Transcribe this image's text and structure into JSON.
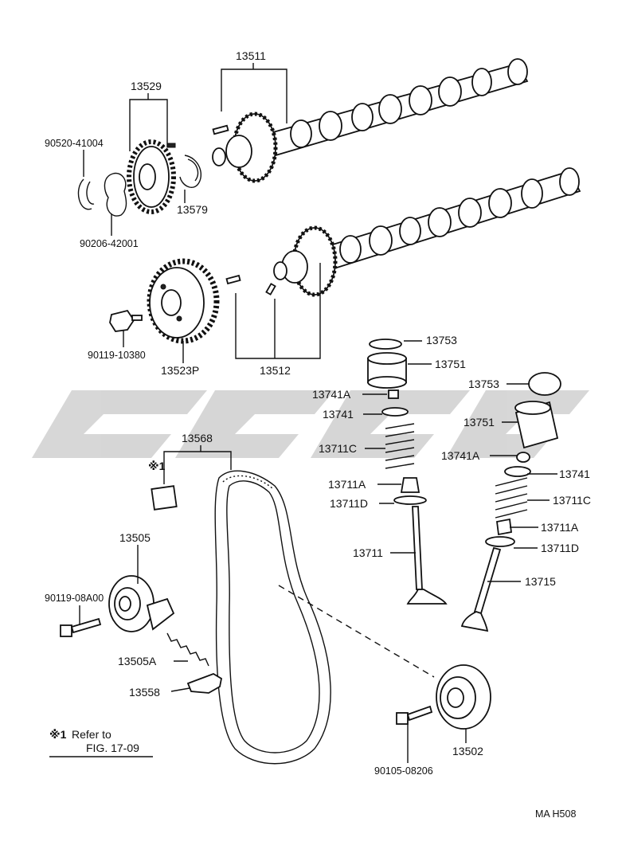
{
  "watermark_text": "CCSC",
  "notes": {
    "mark": "※1",
    "refer_line1": "Refer to",
    "refer_line2": "FIG. 17-09"
  },
  "footer_code": "MA  H508",
  "labels": {
    "p13511": "13511",
    "p13529": "13529",
    "p90520": "90520-41004",
    "p13579": "13579",
    "p90206": "90206-42001",
    "p90119_10380": "90119-10380",
    "p13523P": "13523P",
    "p13512": "13512",
    "p13753a": "13753",
    "p13751a": "13751",
    "p13741Aa": "13741A",
    "p13741a": "13741",
    "p13711Ca": "13711C",
    "p13711Aa": "13711A",
    "p13711Da": "13711D",
    "p13711": "13711",
    "p13753b": "13753",
    "p13751b": "13751",
    "p13741Ab": "13741A",
    "p13741b": "13741",
    "p13711Cb": "13711C",
    "p13711Ab": "13711A",
    "p13711Db": "13711D",
    "p13715": "13715",
    "p13568": "13568",
    "p13505": "13505",
    "p90119_08A00": "90119-08A00",
    "p13505A": "13505A",
    "p13558": "13558",
    "p13502": "13502",
    "p90105": "90105-08206"
  }
}
